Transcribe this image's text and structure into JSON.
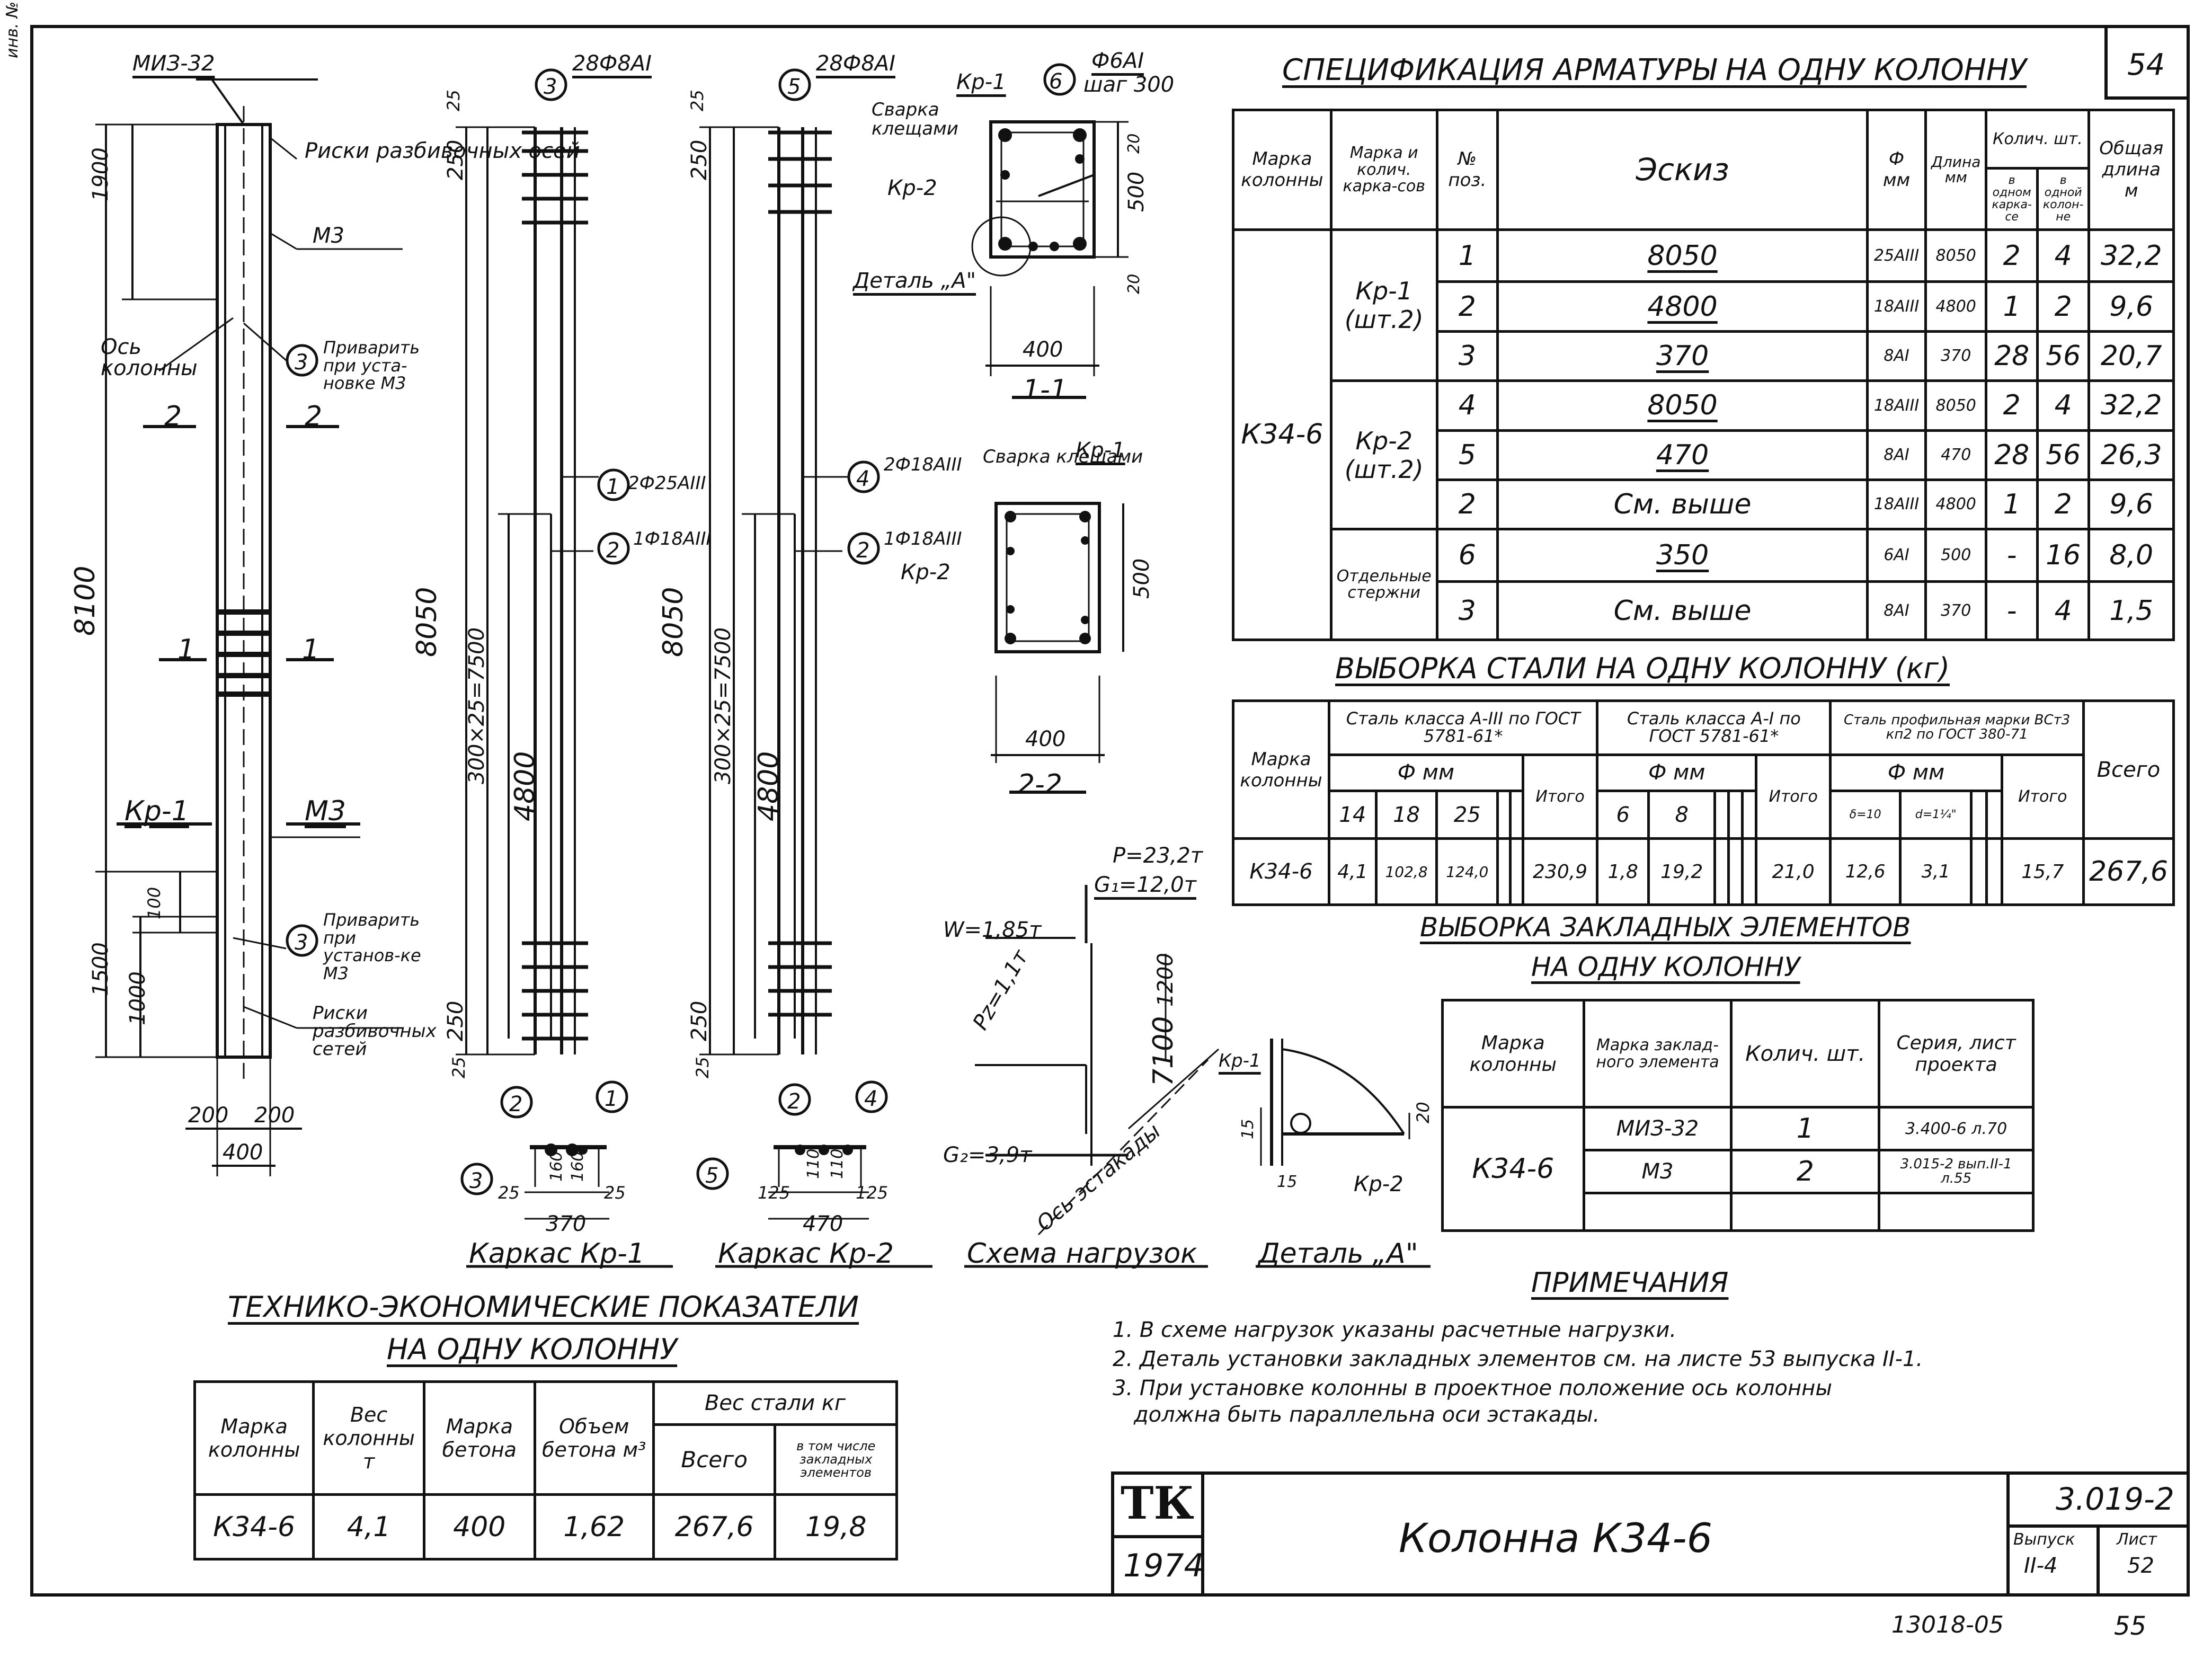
{
  "sheet": {
    "sheet_number": "54",
    "margin_text": "инв. №",
    "footer_code": "13018-05",
    "footer_page": "55"
  },
  "spec": {
    "title": "СПЕЦИФИКАЦИЯ АРМАТУРЫ НА ОДНУ КОЛОННУ",
    "headers": {
      "mark": "Марка колонны",
      "frames": "Марка и колич. карка-сов",
      "pos": "№ поз.",
      "sketch": "Эскиз",
      "dia": "Ф мм",
      "len": "Длина мм",
      "qty": "Колич. шт.",
      "qty_frame": "в одном карка-се",
      "qty_col": "в одной колон-не",
      "total": "Общая длина м"
    },
    "column_mark": "К34-6",
    "groups": [
      {
        "name": "Кр-1 (шт.2)"
      },
      {
        "name": "Кр-2 (шт.2)"
      },
      {
        "name": "Отдельные стержни"
      }
    ],
    "rows": [
      {
        "pos": "1",
        "sketch": "8050",
        "dia": "25AIII",
        "len": "8050",
        "q1": "2",
        "q2": "4",
        "total": "32,2"
      },
      {
        "pos": "2",
        "sketch": "4800",
        "dia": "18AIII",
        "len": "4800",
        "q1": "1",
        "q2": "2",
        "total": "9,6"
      },
      {
        "pos": "3",
        "sketch": "370",
        "dia": "8AI",
        "len": "370",
        "q1": "28",
        "q2": "56",
        "total": "20,7"
      },
      {
        "pos": "4",
        "sketch": "8050",
        "dia": "18AIII",
        "len": "8050",
        "q1": "2",
        "q2": "4",
        "total": "32,2"
      },
      {
        "pos": "5",
        "sketch": "470",
        "dia": "8AI",
        "len": "470",
        "q1": "28",
        "q2": "56",
        "total": "26,3"
      },
      {
        "pos": "2",
        "sketch": "См. выше",
        "dia": "18AIII",
        "len": "4800",
        "q1": "1",
        "q2": "2",
        "total": "9,6"
      },
      {
        "pos": "6",
        "sketch": "350",
        "dia": "6AI",
        "len": "500",
        "q1": "-",
        "q2": "16",
        "total": "8,0"
      },
      {
        "pos": "3",
        "sketch": "См. выше",
        "dia": "8AI",
        "len": "370",
        "q1": "-",
        "q2": "4",
        "total": "1,5"
      }
    ]
  },
  "steel": {
    "title": "ВЫБОРКА СТАЛИ НА ОДНУ КОЛОННУ (кг)",
    "mark_header": "Марка колонны",
    "class3": "Сталь класса A-III по ГОСТ 5781-61*",
    "class1": "Сталь класса A-I по ГОСТ 5781-61*",
    "profile": "Сталь профильная марки ВСт3 кп2 по ГОСТ 380-71",
    "dia_header": "Ф мм",
    "total_header": "Итого",
    "grand_header": "Всего",
    "d3": [
      "14",
      "18",
      "25"
    ],
    "d1": [
      "6",
      "8"
    ],
    "dp": [
      "δ=10",
      "d=1¼\""
    ],
    "row": {
      "mark": "К34-6",
      "v3": [
        "4,1",
        "102,8",
        "124,0"
      ],
      "t3": "230,9",
      "v1": [
        "1,8",
        "19,2"
      ],
      "t1": "21,0",
      "vp": [
        "12,6",
        "3,1"
      ],
      "tp": "15,7",
      "all": "267,6"
    }
  },
  "embedded": {
    "title1": "ВЫБОРКА ЗАКЛАДНЫХ ЭЛЕМЕНТОВ",
    "title2": "НА ОДНУ КОЛОННУ",
    "h_mark": "Марка колонны",
    "h_elem": "Марка заклад-ного элемента",
    "h_qty": "Колич. шт.",
    "h_series": "Серия, лист проекта",
    "mark": "К34-6",
    "rows": [
      {
        "elem": "МИЗ-32",
        "qty": "1",
        "series": "3.400-6 л.70"
      },
      {
        "elem": "М3",
        "qty": "2",
        "series": "3.015-2 вып.II-1 л.55"
      }
    ]
  },
  "tech": {
    "title1": "ТЕХНИКО-ЭКОНОМИЧЕСКИЕ ПОКАЗАТЕЛИ",
    "title2": "НА ОДНУ КОЛОННУ",
    "h_mark": "Марка колонны",
    "h_weight": "Вес колонны т",
    "h_concrete": "Марка бетона",
    "h_volume": "Объем бетона м³",
    "h_steel": "Вес стали кг",
    "h_all": "Всего",
    "h_incl": "в том числе закладных элементов",
    "row": {
      "mark": "К34-6",
      "weight": "4,1",
      "concrete": "400",
      "volume": "1,62",
      "all": "267,6",
      "incl": "19,8"
    }
  },
  "notes": {
    "title": "ПРИМЕЧАНИЯ",
    "items": [
      "1. В схеме нагрузок указаны расчетные нагрузки.",
      "2. Деталь установки закладных элементов см. на листе 53 выпуска II-1.",
      "3. При установке колонны в проектное положение ось колонны",
      "должна быть параллельна оси эстакады."
    ]
  },
  "stamp": {
    "org": "ТК",
    "year": "1974",
    "title": "Колонна К34-6",
    "code": "3.019-2",
    "issue_label": "Выпуск",
    "issue": "II-4",
    "sheet_label": "Лист",
    "sheet": "52"
  },
  "drawing": {
    "miz": "МИЗ-32",
    "marks_axes": "Риски разбивочных осей",
    "m3": "М3",
    "axis_col": "Ось колонны",
    "weld_m3": "Приварить при уста-новке М3",
    "weld_m3b": "Приварить при установ-ке М3",
    "marks_nets": "Риски разбивочных сетей",
    "kr1": "Кр-1",
    "kr2": "Кр-2",
    "sec2": "2",
    "sec1": "1",
    "d1900": "1900",
    "d8100": "8100",
    "d1500": "1500",
    "d1000": "1000",
    "d100": "100",
    "d200a": "200",
    "d200b": "200",
    "d400": "400",
    "k1_top": "28Ф8AI",
    "k2_top": "28Ф8AI",
    "k1_d8050": "8050",
    "k1_pitch": "300×25=7500",
    "k1_d4800": "4800",
    "k1_bar1": "2Ф25AIII",
    "k1_bar2": "1Ф18AIII",
    "k2_bar4": "2Ф18AIII",
    "k2_bar2": "1Ф18AIII",
    "d25": "25",
    "d250": "250",
    "k1_w1": "25",
    "k1_w2": "160",
    "k1_w3": "160",
    "k1_w4": "25",
    "k1_w": "370",
    "k2_w1": "125",
    "k2_w2": "110",
    "k2_w3": "110",
    "k2_w4": "125",
    "k2_w": "470",
    "frame1": "Каркас Кр-1",
    "frame2": "Каркас Кр-2",
    "s11": "1-1",
    "s22": "2-2",
    "weld_clamp": "Сварка клещами",
    "stir": "Ф6AI",
    "stir_step": "шаг 300",
    "detail_a": "Деталь „А\"",
    "d500": "500",
    "d20": "20",
    "load_title": "Схема нагрузок",
    "P": "P=23,2т",
    "G1": "G₁=12,0т",
    "W": "W=1,85т",
    "Pz": "Pz=1,1т",
    "G2": "G₂=3,9т",
    "d1200": "1200",
    "d7100": "7100",
    "axis_trestle": "Ось эстакады",
    "d15": "15",
    "circ1": "1",
    "circ2": "2",
    "circ3": "3",
    "circ4": "4",
    "circ5": "5",
    "circ6": "6"
  }
}
